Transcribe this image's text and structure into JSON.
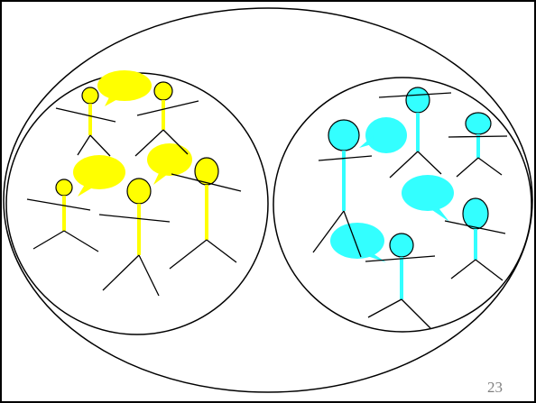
{
  "slide": {
    "page_number": "23"
  },
  "colors": {
    "group_left": "#ffff00",
    "group_right": "#33ffff",
    "outline": "#000000",
    "page_number_text": "#7f7f7f"
  },
  "groups": [
    {
      "name": "left-community",
      "color_key": "group_left",
      "people": 5,
      "speech_bubbles": 3
    },
    {
      "name": "right-community",
      "color_key": "group_right",
      "people": 5,
      "speech_bubbles": 3
    }
  ]
}
